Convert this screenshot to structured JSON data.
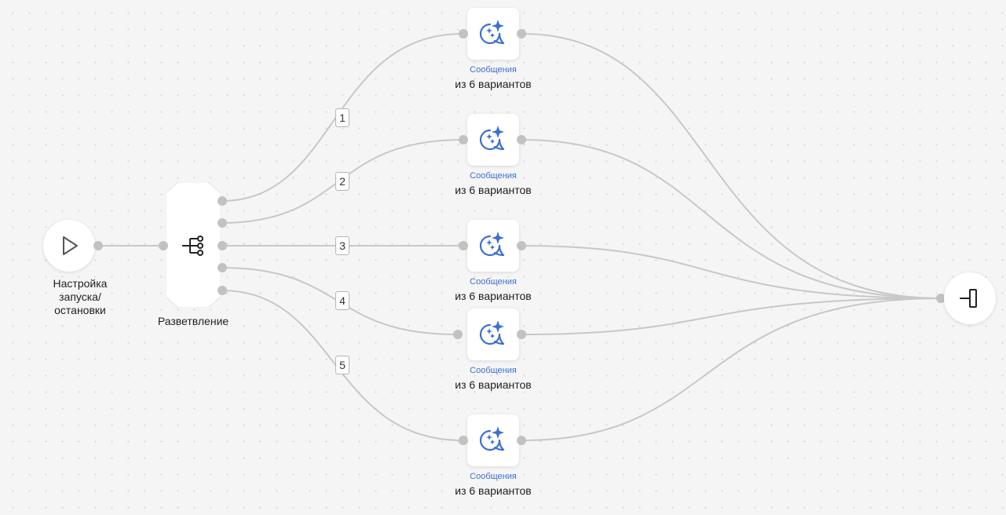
{
  "start": {
    "label": "Настройка запуска/остановки",
    "icon": "play-icon"
  },
  "branch": {
    "label": "Разветвление",
    "icon": "branch-icon"
  },
  "branch_labels": [
    "1",
    "2",
    "3",
    "4",
    "5"
  ],
  "messages": [
    {
      "subtitle": "Сообщения",
      "title": "из 6 вариантов"
    },
    {
      "subtitle": "Сообщения",
      "title": "из 6 вариантов"
    },
    {
      "subtitle": "Сообщения",
      "title": "из 6 вариантов"
    },
    {
      "subtitle": "Сообщения",
      "title": "из 6 вариантов"
    },
    {
      "subtitle": "Сообщения",
      "title": "из 6 вариантов"
    }
  ],
  "end": {
    "icon": "end-icon"
  },
  "colors": {
    "edge": "#c8c8c8",
    "port": "#c2c2c2",
    "accent": "#3d6fd1",
    "icon": "#555555"
  }
}
